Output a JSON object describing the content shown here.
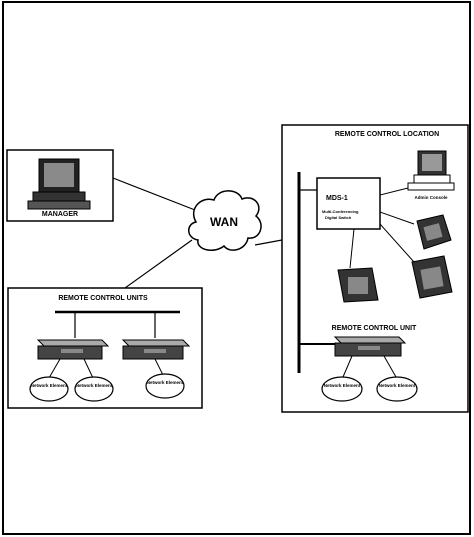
{
  "diagram": {
    "manager_label": "MANAGER",
    "wan_label": "WAN",
    "remote_units_title": "REMOTE CONTROL UNITS",
    "remote_units_elements": [
      "Network Element",
      "Network Element",
      "Network Element"
    ],
    "location_title": "REMOTE CONTROL LOCATION",
    "mds_label": "MDS-1",
    "mds_sublabel_1": "Multi-Conferencing",
    "mds_sublabel_2": "Digital Switch",
    "admin_console_label": "Admin Console",
    "remote_unit_title": "REMOTE CONTROL UNIT",
    "location_elements": [
      "Network Element",
      "Network Element"
    ]
  }
}
